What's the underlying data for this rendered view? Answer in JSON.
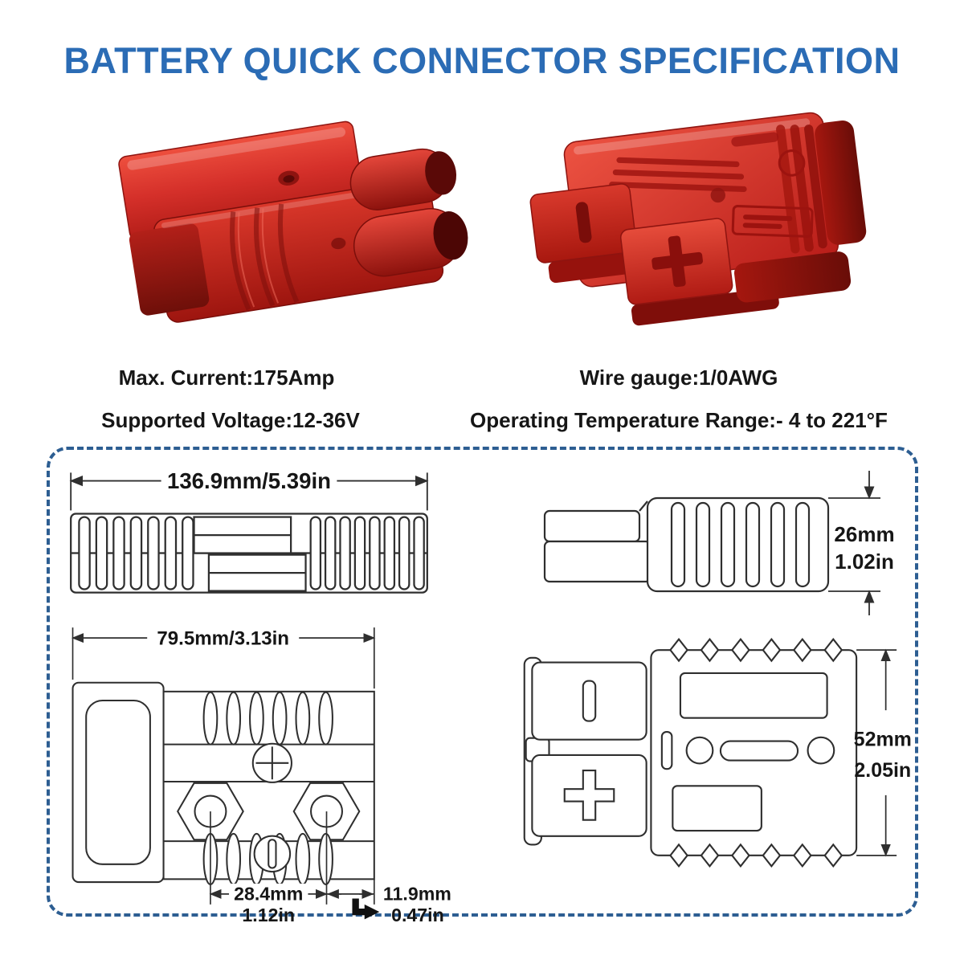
{
  "title": "BATTERY QUICK CONNECTOR SPECIFICATION",
  "specs": {
    "max_current": "Max. Current:175Amp",
    "wire_gauge": "Wire gauge:1/0AWG",
    "voltage": "Supported Voltage:12-36V",
    "temperature": "Operating Temperature Range:- 4 to 221°F"
  },
  "dimensions": {
    "mated_length": "136.9mm/5.39in",
    "height_mm": "26mm",
    "height_in": "1.02in",
    "body_width": "79.5mm/3.13in",
    "bolt_spacing_mm": "28.4mm",
    "bolt_spacing_in": "1.12in",
    "edge_offset_mm": "11.9mm",
    "edge_offset_in": "0.47in",
    "body_height_mm": "52mm",
    "body_height_in": "2.05in"
  },
  "photos": {
    "left": "rear-cable-entry-view-red-connector",
    "right": "front-mating-face-red-connector-with-minus-and-plus-terminals",
    "terminal_markings": [
      "-",
      "+"
    ]
  },
  "colors": {
    "title_blue": "#2b6cb5",
    "dashed_border_blue": "#2d5e92",
    "drawing_line": "#2f2f2f",
    "connector_red": "#d5302a",
    "spec_text": "#161616"
  }
}
